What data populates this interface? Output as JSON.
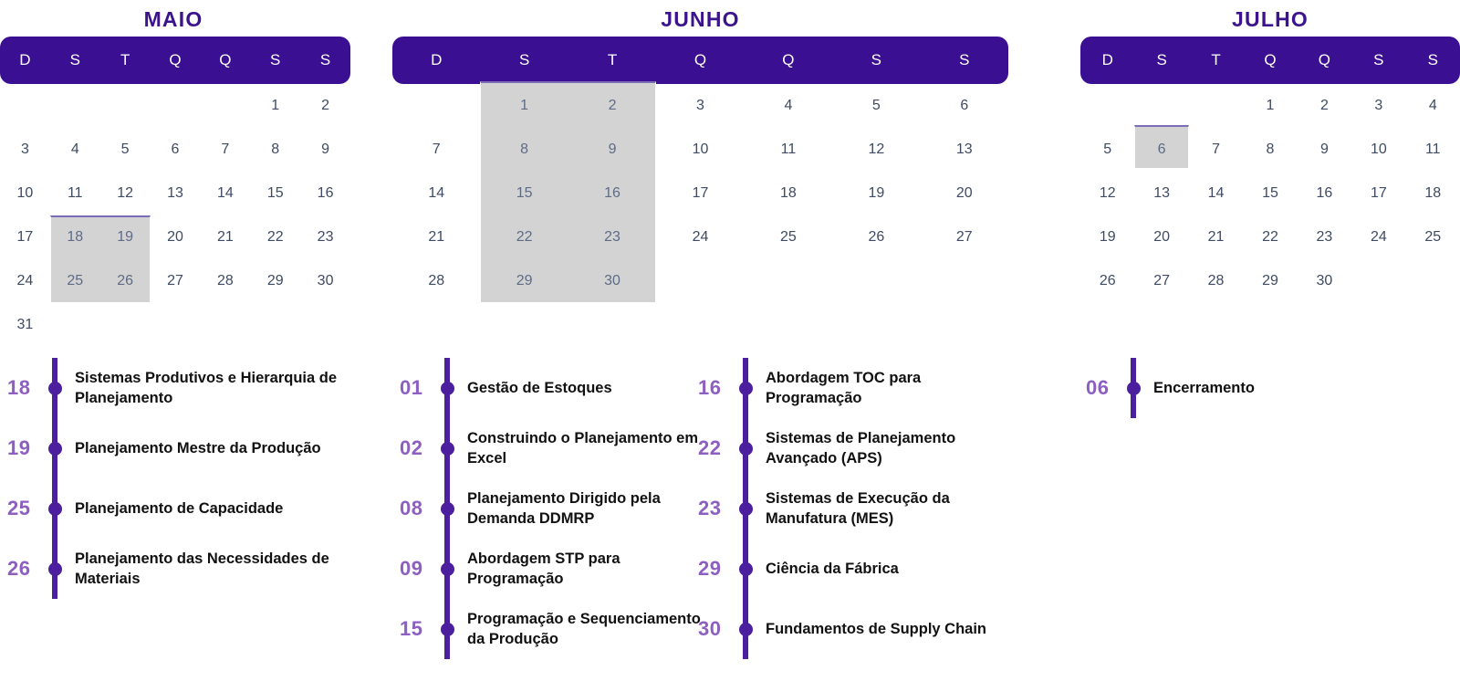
{
  "theme": {
    "header_purple": "#3B0F92",
    "title_purple": "#3B138C",
    "rail_purple": "#4B1F9E",
    "daynum_purple": "#8D5FC0",
    "highlight_grey": "#D4D3D4",
    "date_text": "#3F4A63",
    "background": "#ffffff"
  },
  "weekday_headers": [
    "D",
    "S",
    "T",
    "Q",
    "Q",
    "S",
    "S"
  ],
  "months": [
    {
      "name": "MAIO",
      "leading_blanks": 5,
      "days": [
        1,
        2,
        3,
        4,
        5,
        6,
        7,
        8,
        9,
        10,
        11,
        12,
        13,
        14,
        15,
        16,
        17,
        18,
        19,
        20,
        21,
        22,
        23,
        24,
        25,
        26,
        27,
        28,
        29,
        30,
        31
      ],
      "highlighted_days": [
        18,
        19,
        25,
        26
      ]
    },
    {
      "name": "JUNHO",
      "leading_blanks": 1,
      "days": [
        1,
        2,
        3,
        4,
        5,
        6,
        7,
        8,
        9,
        10,
        11,
        12,
        13,
        14,
        15,
        16,
        17,
        18,
        19,
        20,
        21,
        22,
        23,
        24,
        25,
        26,
        27,
        28,
        29,
        30
      ],
      "highlighted_days": [
        1,
        2,
        8,
        9,
        15,
        16,
        22,
        23,
        29,
        30
      ]
    },
    {
      "name": "JULHO",
      "leading_blanks": 3,
      "days": [
        1,
        2,
        3,
        4,
        5,
        6,
        7,
        8,
        9,
        10,
        11,
        12,
        13,
        14,
        15,
        16,
        17,
        18,
        19,
        20,
        21,
        22,
        23,
        24,
        25,
        26,
        27,
        28,
        29,
        30
      ],
      "highlighted_days": [
        6
      ]
    }
  ],
  "event_columns": [
    {
      "id": "col-maio",
      "events": [
        {
          "day": "18",
          "title": "Sistemas Produtivos e Hierarquia de Planejamento"
        },
        {
          "day": "19",
          "title": "Planejamento Mestre da Produção"
        },
        {
          "day": "25",
          "title": "Planejamento de Capacidade"
        },
        {
          "day": "26",
          "title": "Planejamento das Necessidades de Materiais"
        }
      ]
    },
    {
      "id": "col-junho-1",
      "events": [
        {
          "day": "01",
          "title": "Gestão de Estoques"
        },
        {
          "day": "02",
          "title": "Construindo o Planejamento em Excel"
        },
        {
          "day": "08",
          "title": "Planejamento Dirigido pela Demanda DDMRP"
        },
        {
          "day": "09",
          "title": "Abordagem STP para Programação"
        },
        {
          "day": "15",
          "title": "Programação e Sequenciamento da Produção"
        }
      ]
    },
    {
      "id": "col-junho-2",
      "events": [
        {
          "day": "16",
          "title": "Abordagem TOC para Programação"
        },
        {
          "day": "22",
          "title": "Sistemas de Planejamento Avançado (APS)"
        },
        {
          "day": "23",
          "title": "Sistemas de Execução da Manufatura (MES)"
        },
        {
          "day": "29",
          "title": "Ciência da Fábrica"
        },
        {
          "day": "30",
          "title": "Fundamentos de Supply Chain"
        }
      ]
    },
    {
      "id": "col-julho",
      "events": [
        {
          "day": "06",
          "title": "Encerramento"
        }
      ]
    }
  ]
}
